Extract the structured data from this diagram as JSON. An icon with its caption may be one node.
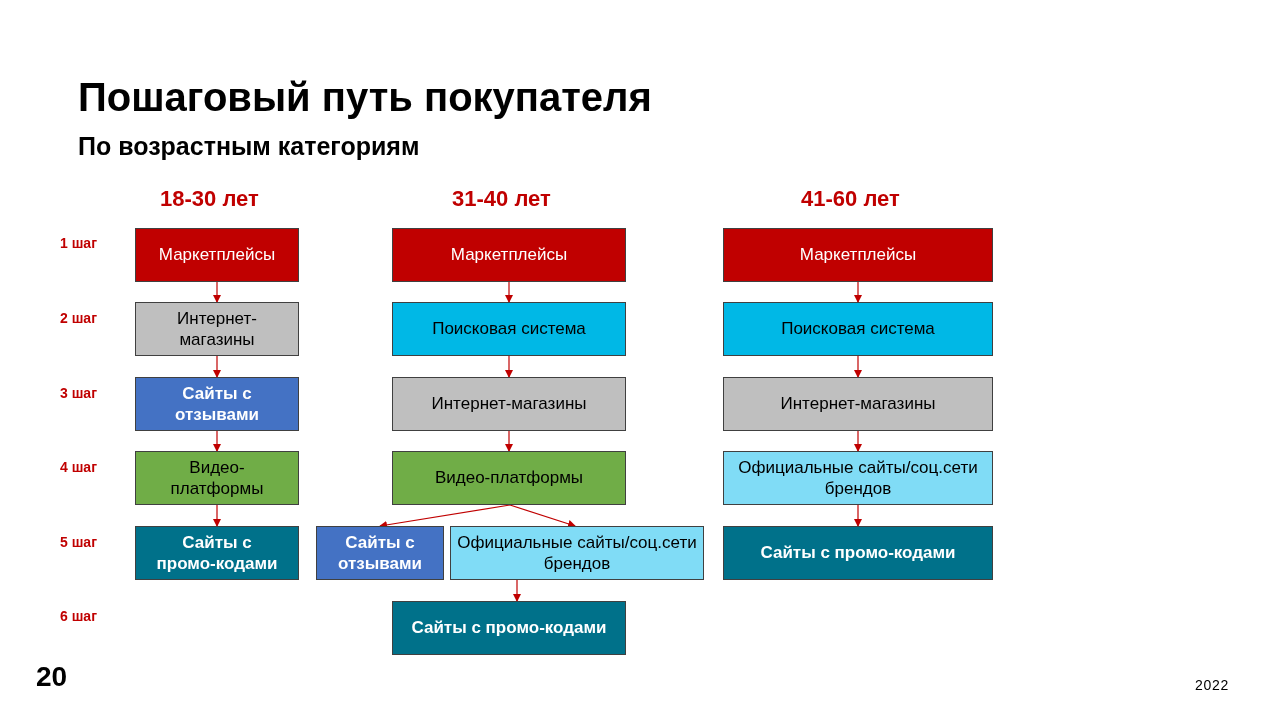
{
  "diagram": {
    "title": "Пошаговый путь покупателя",
    "caption": "По возрастным категориям",
    "nodes": [
      {
        "text": [
          "Маркетплейсы"
        ]
      },
      {
        "text": [
          "Интернет-магазины"
        ]
      },
      {
        "text": [
          "Сайты с отзывами"
        ]
      },
      {
        "text": [
          "Видео-платформы"
        ]
      },
      {
        "text": [
          "Сайты с промо-кодами"
        ]
      },
      {
        "text": [
          "Маркетплейсы"
        ]
      },
      {
        "text": [
          "Поисковая система"
        ]
      },
      {
        "text": [
          "Интернет-магазины"
        ]
      },
      {
        "text": [
          "Видео-платформы"
        ]
      },
      {
        "text": [
          "Сайты с отзывами"
        ]
      },
      {
        "text": [
          "Официальные сайты/соц.сети брендов"
        ]
      },
      {
        "text": [
          "Сайты с промо-кодами"
        ]
      },
      {
        "text": [
          "Маркетплейсы"
        ]
      },
      {
        "text": [
          "Поисковая система"
        ]
      },
      {
        "text": [
          "Интернет-магазины"
        ]
      },
      {
        "text": [
          "Официальные сайты/соц.сети брендов"
        ]
      },
      {
        "text": [
          "Сайты с промо-кодами"
        ]
      }
    ],
    "edges": [
      {
        "from": 0,
        "to": 1,
        "arrow": "to"
      },
      {
        "from": 1,
        "to": 2,
        "arrow": "to"
      },
      {
        "from": 2,
        "to": 3,
        "arrow": "to"
      },
      {
        "from": 3,
        "to": 4,
        "arrow": "to"
      },
      {
        "from": 5,
        "to": 6,
        "arrow": "to"
      },
      {
        "from": 6,
        "to": 7,
        "arrow": "to"
      },
      {
        "from": 7,
        "to": 8,
        "arrow": "to"
      },
      {
        "from": 8,
        "to": 9,
        "arrow": "to"
      },
      {
        "from": 8,
        "to": 10,
        "arrow": "to"
      },
      {
        "from": 10,
        "to": 11,
        "arrow": "to"
      },
      {
        "from": 12,
        "to": 13,
        "arrow": "to"
      },
      {
        "from": 13,
        "to": 14,
        "arrow": "to"
      },
      {
        "from": 14,
        "to": 15,
        "arrow": "to"
      },
      {
        "from": 15,
        "to": 16,
        "arrow": "to"
      }
    ],
    "labels": [
      "18-30 лет",
      "31-40 лет",
      "41-60 лет",
      "1 шаг",
      "2 шаг",
      "3 шаг",
      "4 шаг",
      "5 шаг",
      "6 шаг",
      "20",
      "2022"
    ]
  }
}
